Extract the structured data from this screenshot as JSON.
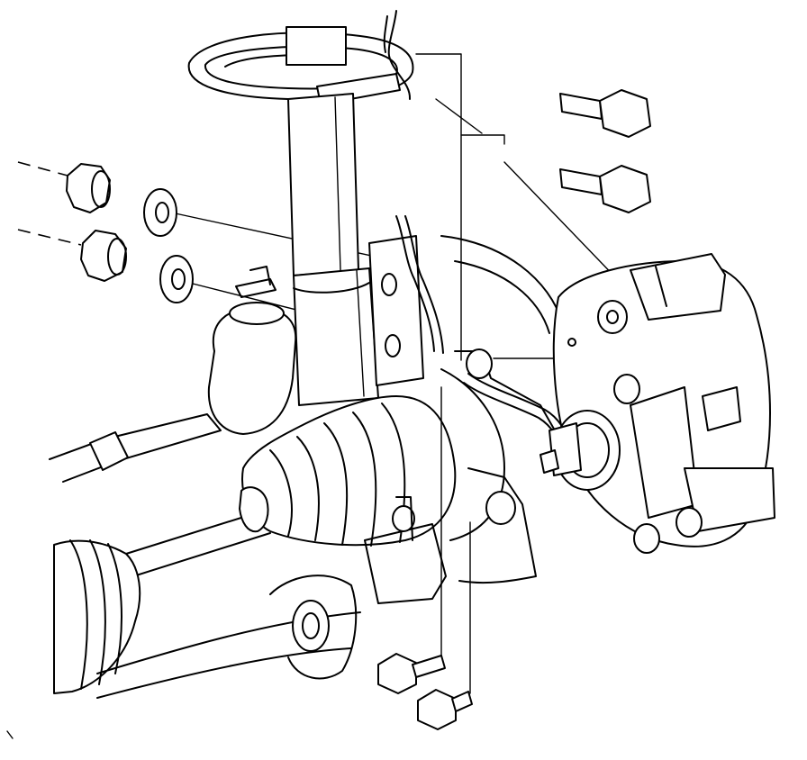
{
  "diagram": {
    "parts": [
      {
        "id": "coil-spring-seat"
      },
      {
        "id": "strut-assembly"
      },
      {
        "id": "strut-to-knuckle-bolts"
      },
      {
        "id": "strut-to-knuckle-nuts"
      },
      {
        "id": "washers"
      },
      {
        "id": "tie-rod-end"
      },
      {
        "id": "drive-axle"
      },
      {
        "id": "cv-boots"
      },
      {
        "id": "steering-knuckle"
      },
      {
        "id": "brake-caliper"
      },
      {
        "id": "caliper-mounting-bolts"
      },
      {
        "id": "brake-hose"
      },
      {
        "id": "lower-control-arm"
      },
      {
        "id": "ball-joint-bolts"
      }
    ]
  }
}
